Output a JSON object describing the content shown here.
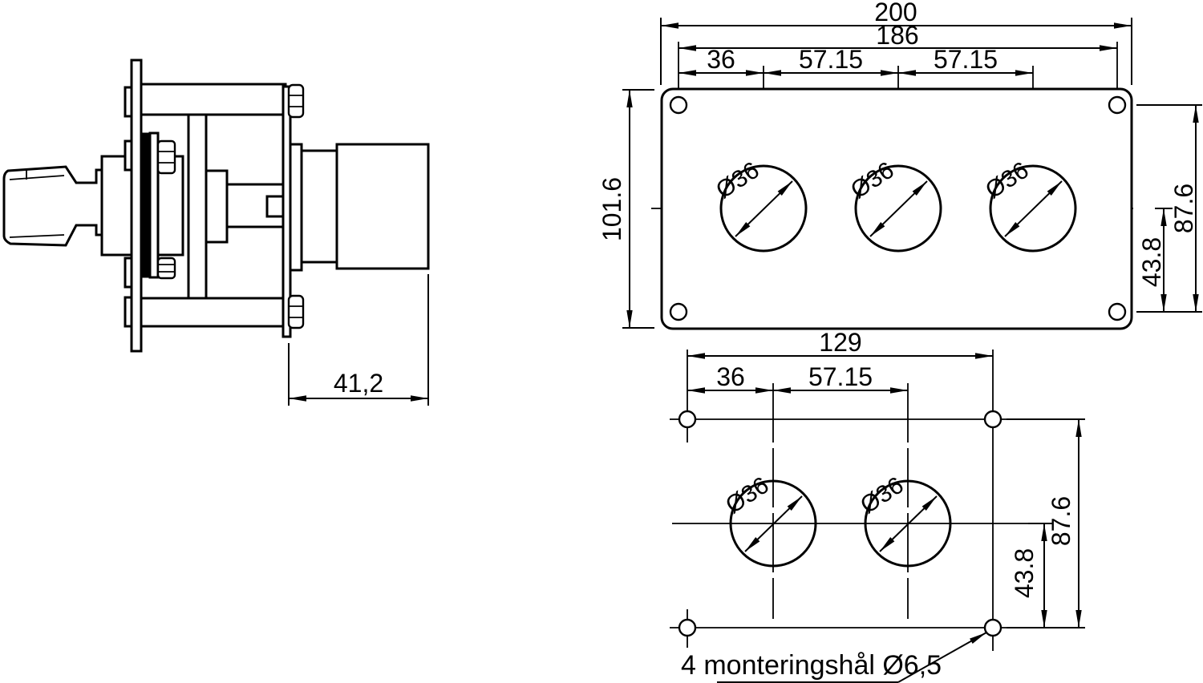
{
  "drawing": {
    "note": {
      "text": "4 monteringshål Ø6,5"
    },
    "side_view": {
      "dims": {
        "knob_depth": "41,2"
      }
    },
    "front_view_3gang": {
      "dims": {
        "overall_width": "200",
        "mount_hole_width": "186",
        "edge_to_first_hole": "36",
        "hole_spacing_1": "57.15",
        "hole_spacing_2": "57.15",
        "overall_height": "101.6",
        "mount_hole_height": "87.6",
        "center_to_mount_hole": "43.8"
      },
      "holes": {
        "labels": [
          "Ø36",
          "Ø36",
          "Ø36"
        ]
      }
    },
    "front_view_2gang": {
      "dims": {
        "mount_hole_width": "129",
        "edge_to_first_hole": "36",
        "hole_spacing": "57.15",
        "mount_hole_height": "87.6",
        "center_to_mount_hole": "43.8"
      },
      "holes": {
        "labels": [
          "Ø36",
          "Ø36"
        ]
      }
    }
  }
}
